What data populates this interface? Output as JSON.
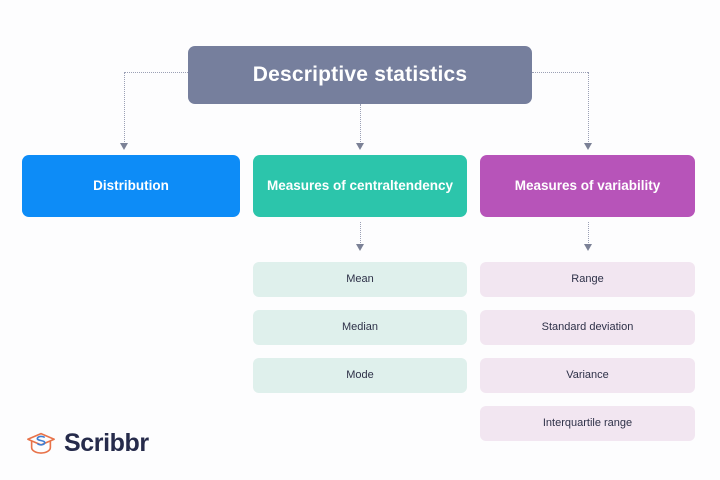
{
  "diagram": {
    "type": "hierarchy-tree",
    "background_color": "#fdfdfe",
    "root": {
      "label": "Descriptive statistics",
      "color": "#767f9d",
      "text_color": "#ffffff"
    },
    "branches": [
      {
        "label": "Distribution",
        "color": "#0d8cf7",
        "text_color": "#ffffff",
        "children": []
      },
      {
        "label": "Measures of central tendency",
        "label_line1": "Measures of central",
        "label_line2": "tendency",
        "color": "#2cc5ab",
        "text_color": "#ffffff",
        "child_color": "#dff0ec",
        "child_text_color": "#2e3148",
        "children": [
          {
            "label": "Mean"
          },
          {
            "label": "Median"
          },
          {
            "label": "Mode"
          }
        ]
      },
      {
        "label": "Measures of variability",
        "color": "#b754b9",
        "text_color": "#ffffff",
        "child_color": "#f2e6f1",
        "child_text_color": "#2e3148",
        "children": [
          {
            "label": "Range"
          },
          {
            "label": "Standard deviation"
          },
          {
            "label": "Variance"
          },
          {
            "label": "Interquartile range"
          }
        ]
      }
    ],
    "connector_style": {
      "stroke": "#9ba0b5",
      "pattern": "dotted",
      "arrow_color": "#7b8196"
    }
  },
  "branding": {
    "name": "Scribbr",
    "logo_icon": "graduation-cap-icon",
    "logo_cap_color": "#e8734a",
    "logo_swirl_color": "#3f7fd4",
    "wordmark_color": "#262b4b"
  }
}
